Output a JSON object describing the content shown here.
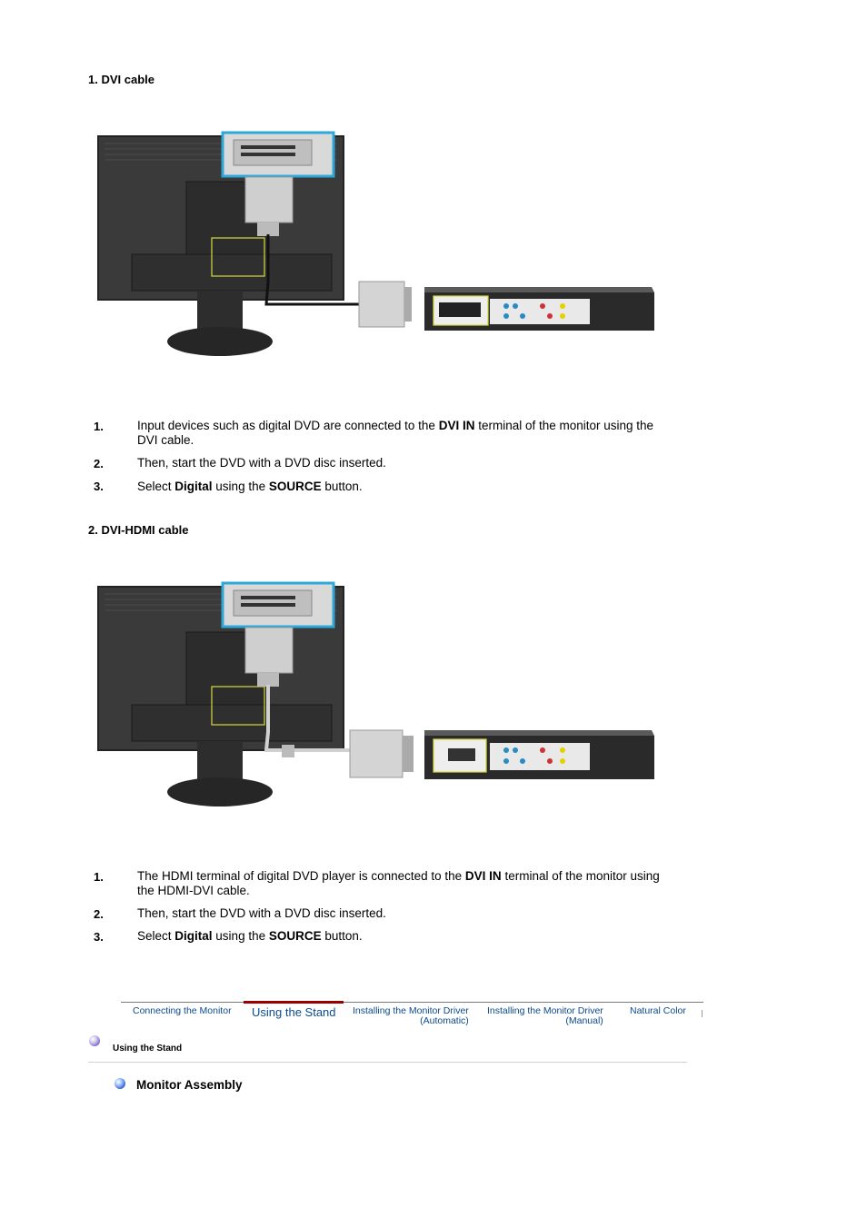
{
  "sections": [
    {
      "heading": "1. DVI cable",
      "steps": [
        {
          "num": "1.",
          "pre": "Input devices such as digital DVD are connected to the ",
          "bold": "DVI IN",
          "post": " terminal of the monitor using the DVI cable."
        },
        {
          "num": "2.",
          "text": "Then, start the DVD with a DVD disc inserted."
        },
        {
          "num": "3.",
          "pre": "Select ",
          "bold": "Digital",
          "mid": " using the ",
          "bold2": "SOURCE",
          "post": " button."
        }
      ]
    },
    {
      "heading": "2. DVI-HDMI cable",
      "steps": [
        {
          "num": "1.",
          "pre": "The HDMI terminal of digital DVD player is connected to the ",
          "bold": "DVI IN",
          "post": " terminal of the monitor using the HDMI-DVI cable."
        },
        {
          "num": "2.",
          "text": "Then, start the DVD with a DVD disc inserted."
        },
        {
          "num": "3.",
          "pre": "Select ",
          "bold": "Digital",
          "mid": " using the ",
          "bold2": "SOURCE",
          "post": " button."
        }
      ]
    }
  ],
  "nav": {
    "tabs": [
      {
        "line1": "Connecting  the Monitor",
        "line2": ""
      },
      {
        "line1": "Using the Stand",
        "line2": ""
      },
      {
        "line1": "Installing the Monitor Driver",
        "line2": "(Automatic)"
      },
      {
        "line1": "Installing the Monitor Driver",
        "line2": "(Manual)"
      },
      {
        "line1": "Natural Color",
        "line2": ""
      }
    ],
    "active_index": 1,
    "accent_color": "#9b0000"
  },
  "breadcrumb": "Using the Stand",
  "subsection": "Monitor Assembly"
}
